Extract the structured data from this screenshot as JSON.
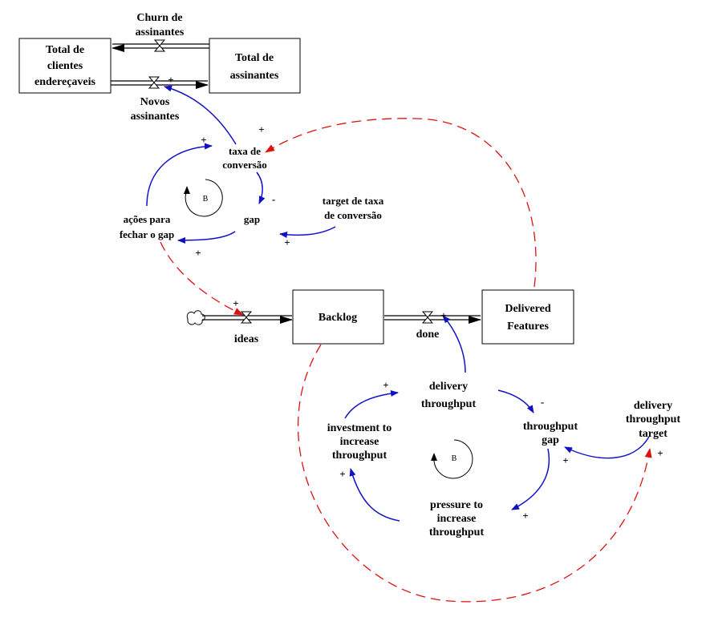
{
  "stocks": {
    "total_clientes": [
      "Total de",
      "clientes",
      "endereçaveis"
    ],
    "total_assinantes": [
      "Total de",
      "assinantes"
    ],
    "backlog": "Backlog",
    "delivered": [
      "Delivered",
      "Features"
    ]
  },
  "flows": {
    "churn": [
      "Churn de",
      "assinantes"
    ],
    "novos": [
      "Novos",
      "assinantes"
    ],
    "ideas": "ideas",
    "done": "done"
  },
  "variables": {
    "taxa": [
      "taxa de",
      "conversão"
    ],
    "gap": "gap",
    "target_taxa": [
      "target de taxa",
      "de conversão"
    ],
    "acoes": [
      "ações para",
      "fechar o gap"
    ],
    "delivery_throughput": [
      "delivery",
      "throughput"
    ],
    "throughput_gap": [
      "throughput",
      "gap"
    ],
    "delivery_target": [
      "delivery",
      "throughput",
      "target"
    ],
    "investment": [
      "investment to",
      "increase",
      "throughput"
    ],
    "pressure": [
      "pressure to",
      "increase",
      "throughput"
    ]
  },
  "loops": {
    "top": "B",
    "bottom": "B"
  },
  "polarity": {
    "plus": "+",
    "minus": "-"
  },
  "colors": {
    "causal": "#1010c8",
    "delayed": "#e01010",
    "ink": "#000000"
  }
}
